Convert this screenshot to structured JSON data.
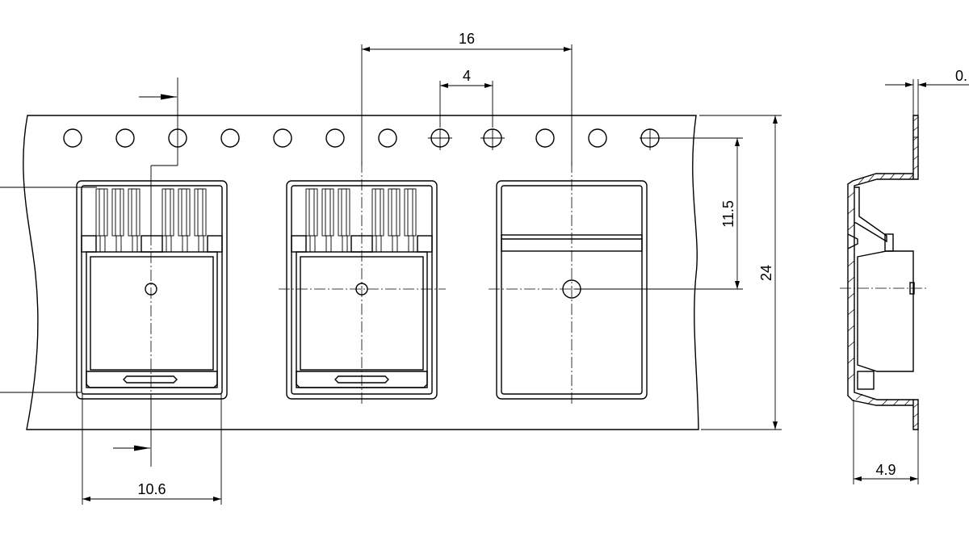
{
  "dimensions": {
    "pitch": "16",
    "hole_pitch": "4",
    "cavity_width": "10.6",
    "hole_to_center": "11.5",
    "tape_width": "24",
    "tape_thickness": "0.",
    "cavity_depth": "4.9"
  }
}
